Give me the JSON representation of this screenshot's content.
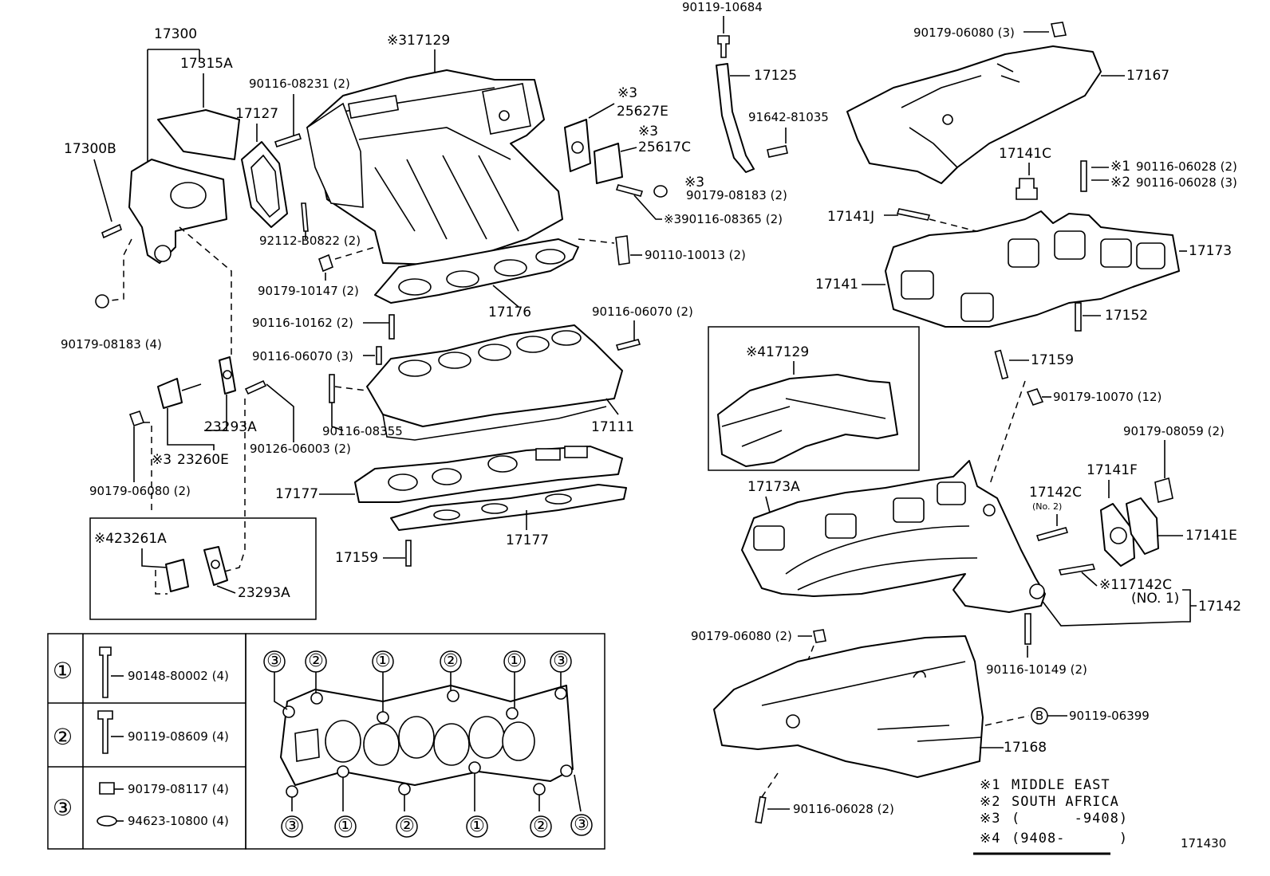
{
  "diagram_id": "171430",
  "labels": {
    "p17300": "17300",
    "p17315A": "17315A",
    "p17300B": "17300B",
    "p90179_08183_4": "90179-08183 (4)",
    "p23293A_1": "23293A",
    "p23260E": "23260E",
    "p23260E_mark": "※3",
    "p90179_06080_2a": "90179-06080 (2)",
    "p90126_06003": "90126-06003 (2)",
    "p23261A": "※423261A",
    "p23293A_2": "23293A",
    "p17129_top": "※317129",
    "p17127": "17127",
    "p90116_08231": "90116-08231 (2)",
    "p92112_B0822": "92112-B0822 (2)",
    "p90179_10147": "90179-10147 (2)",
    "p17176": "17176",
    "p25627E_mark": "※3",
    "p25627E": "25627E",
    "p25617C_mark": "※3",
    "p25617C": "25617C",
    "p90179_08183_2_mark": "※3",
    "p90179_08183_2": "90179-08183 (2)",
    "p90116_08365": "※390116-08365 (2)",
    "p90110_10013": "90110-10013 (2)",
    "p90116_10162": "90116-10162 (2)",
    "p90116_06070_3": "90116-06070 (3)",
    "p90116_06070_2": "90116-06070 (2)",
    "p90116_08355": "90116-08355",
    "p17111": "17111",
    "p17177_a": "17177",
    "p17177_b": "17177",
    "p17159_left": "17159",
    "p90119_10684": "90119-10684",
    "p17125": "17125",
    "p91642_81035": "91642-81035",
    "p90179_06080_3": "90179-06080 (3)",
    "p17167": "17167",
    "p17141C": "17141C",
    "p90116_06028_2_mark": "※1",
    "p90116_06028_2": "90116-06028 (2)",
    "p90116_06028_3_mark": "※2",
    "p90116_06028_3": "90116-06028 (3)",
    "p17141J": "17141J",
    "p17173": "17173",
    "p17141": "17141",
    "p17152": "17152",
    "p17129_inset": "※417129",
    "p17159_right": "17159",
    "p90179_10070": "90179-10070 (12)",
    "p90179_08059": "90179-08059 (2)",
    "p17141F": "17141F",
    "p17173A": "17173A",
    "p17142C_2": "17142C",
    "p17142C_2_sub": "(No. 2)",
    "p17141E": "17141E",
    "p17142C_1": "※117142C",
    "p17142C_1_sub": "(NO. 1)",
    "p17142": "17142",
    "p90179_06080_2b": "90179-06080 (2)",
    "p90116_10149": "90116-10149 (2)",
    "p90119_06399": "90119-06399",
    "p90119_06399_mark": "B",
    "p17168": "17168",
    "p90116_06028_bot": "90116-06028 (2)"
  },
  "bolt_table": {
    "rows": [
      {
        "marker": "①",
        "parts": [
          "90148-80002 (4)"
        ]
      },
      {
        "marker": "②",
        "parts": [
          "90119-08609 (4)"
        ]
      },
      {
        "marker": "③",
        "parts": [
          "90179-08117 (4)",
          "94623-10800 (4)"
        ]
      }
    ]
  },
  "torque_pattern": {
    "top_markers": [
      "③",
      "②",
      "①",
      "②",
      "①",
      "③"
    ],
    "bottom_markers": [
      "③",
      "①",
      "②",
      "①",
      "②",
      "③"
    ]
  },
  "legend": [
    {
      "mark": "※1",
      "text": "MIDDLE EAST"
    },
    {
      "mark": "※2",
      "text": "SOUTH AFRICA"
    },
    {
      "mark": "※3",
      "text": "(      -9408)"
    },
    {
      "mark": "※4",
      "text": "(9408-      )"
    }
  ]
}
